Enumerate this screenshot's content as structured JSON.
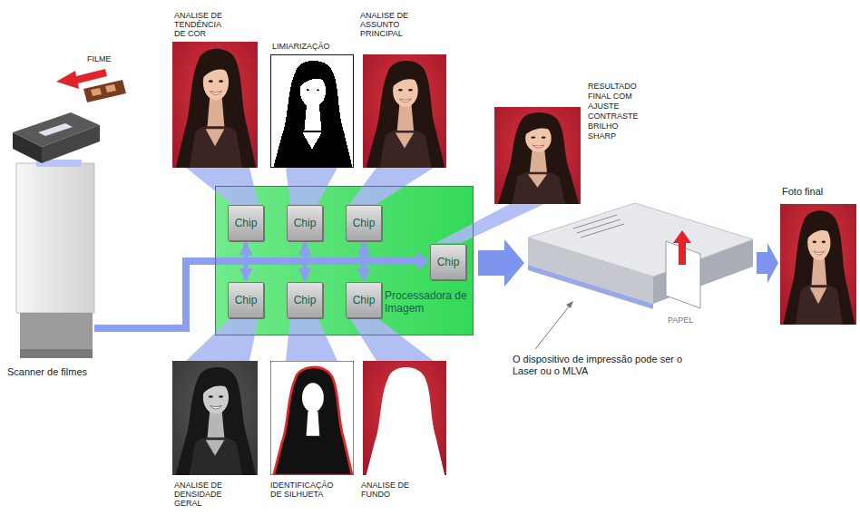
{
  "diagram": {
    "nodes": [
      {
        "text": [
          "Processadora de Imagem"
        ]
      },
      {
        "text": [
          "Chip"
        ],
        "in": 0
      },
      {
        "text": [
          "Chip"
        ],
        "in": 0
      },
      {
        "text": [
          "Chip"
        ],
        "in": 0
      },
      {
        "text": [
          "Chip"
        ],
        "in": 0
      },
      {
        "text": [
          "Chip"
        ],
        "in": 0
      },
      {
        "text": [
          "Chip"
        ],
        "in": 0
      },
      {
        "text": [
          "Chip"
        ],
        "in": 0
      }
    ],
    "edges": [
      {
        "from": 1,
        "to": 5,
        "arrow": "both"
      },
      {
        "from": 2,
        "to": 6,
        "arrow": "both"
      },
      {
        "from": 3,
        "to": 7,
        "arrow": "both"
      }
    ],
    "labels": [
      "FILME",
      "ANALISE DE TENDÊNCIA DE COR",
      "LIMIARIZAÇÃO",
      "ANALISE DE ASSUNTO PRINCIPAL",
      "RESULTADO FINAL COM AJUSTE CONTRASTE BRILHO SHARP",
      "Foto final",
      "Scanner de filmes",
      "ANALISE DE DENSIDADE GERAL",
      "IDENTIFICAÇÃO DE SILHUETA",
      "ANALISE DE FUNDO",
      "PAPEL",
      "O dispositivo de impressão pode ser o Laser ou o MLVA"
    ]
  }
}
